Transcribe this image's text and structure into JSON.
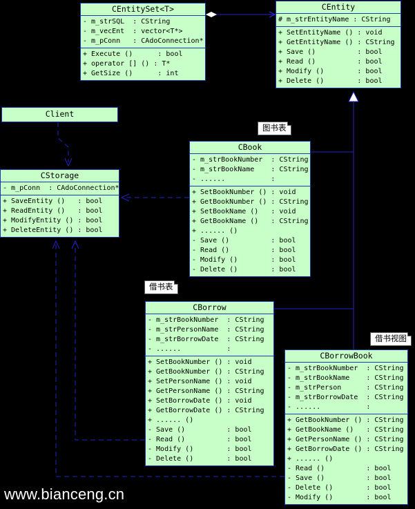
{
  "classes": {
    "centityset": {
      "name": "CEntitySet<T>",
      "attributes": [
        "- m_strSQL  : CString",
        "- m_vecEnt  : vector<T*>",
        "- m_pConn   : CAdoConnection*"
      ],
      "operations": [
        "+ Execute ()      : bool",
        "+ operator [] () : T*",
        "+ GetSize ()      : int"
      ]
    },
    "centity": {
      "name": "CEntity",
      "attributes": [
        "# m_strEntityName : CString"
      ],
      "operations": [
        "+ SetEntityName () : void",
        "+ GetEntityName () : CString",
        "+ Save ()          : bool",
        "+ Read ()          : bool",
        "+ Modify ()        : bool",
        "+ Delete ()        : bool"
      ]
    },
    "client": {
      "name": "Client"
    },
    "cstorage": {
      "name": "CStorage",
      "attributes": [
        "- m_pConn  : CAdoConnection*"
      ],
      "operations": [
        "+ SaveEntity ()   : bool",
        "+ ReadEntity ()   : bool",
        "+ ModifyEntity () : bool",
        "+ DeleteEntity () : bool"
      ]
    },
    "cbook": {
      "name": "CBook",
      "attributes": [
        "- m_strBookNumber  : CString",
        "- m_strBookName    : CString",
        "- ......           :"
      ],
      "operations": [
        "+ SetBookNumber () : void",
        "+ GetBookNumber () : CString",
        "+ SetBookName ()   : void",
        "+ GetBookName ()   : CString",
        "+ ...... ()",
        "- Save ()          : bool",
        "- Read ()          : bool",
        "- Modify ()        : bool",
        "- Delete ()        : bool"
      ]
    },
    "cborrow": {
      "name": "CBorrow",
      "attributes": [
        "- m_strBookNumber  : CString",
        "- m_strPersonName  : CString",
        "- m_strBorrowDate  : CString",
        "- ......           :"
      ],
      "operations": [
        "+ SetBookNumber () : void",
        "+ GetBookNumber () : CString",
        "+ SetPersonName () : void",
        "+ GetPersonName () : CString",
        "+ SetBorrowDate () : void",
        "+ GetBorrowDate () : CString",
        "+ ...... ()",
        "- Save ()          : bool",
        "- Read ()          : bool",
        "- Modify ()        : bool",
        "- Delete ()        : bool"
      ]
    },
    "cborrowbook": {
      "name": "CBorrowBook",
      "attributes": [
        "- m_strBookNumber  : CString",
        "- m_strBookName    : CString",
        "- m_strPerson      : CString",
        "- m_strBorrowDate  : CString",
        "- ......           :"
      ],
      "operations": [
        "+ GetBookNumber () : CString",
        "+ GetBookName ()   : CString",
        "+ GetPersonName () : CString",
        "+ GetBorrowDate () : CString",
        "+ ...... ()",
        "- Read ()          : bool",
        "- Save ()          : bool",
        "- Delete ()        : bool",
        "- Modify ()        : bool"
      ]
    }
  },
  "notes": {
    "book_table": "图书表",
    "borrow_table": "借书表",
    "borrow_view": "借书视图"
  },
  "watermark": "www.bianceng.cn",
  "colors": {
    "class_fill": "#c8ffc8",
    "class_border": "#1a3aa8",
    "line": "#2323c8",
    "background": "#000000"
  }
}
